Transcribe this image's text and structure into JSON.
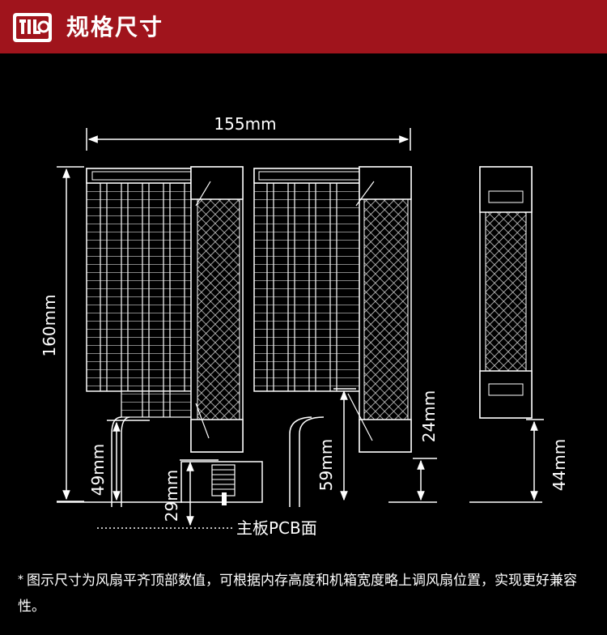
{
  "header": {
    "title": "规格尺寸",
    "background": "#a0141c"
  },
  "diagram": {
    "dim_width": "155mm",
    "dim_height": "160mm",
    "dim_49": "49mm",
    "dim_29": "29mm",
    "dim_59": "59mm",
    "dim_24": "24mm",
    "dim_44": "44mm",
    "pcb_label": "主板PCB面"
  },
  "footnote": {
    "star": "*",
    "text": "图示尺寸为风扇平齐顶部数值，可根据内存高度和机箱宽度略上调风扇位置，实现更好兼容性。"
  }
}
